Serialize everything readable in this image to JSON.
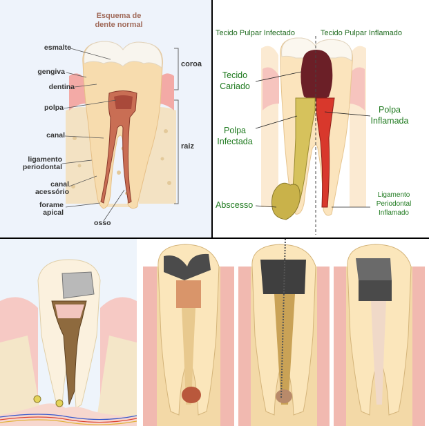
{
  "top_left": {
    "title_line1": "Esquema de",
    "title_line2": "dente normal",
    "labels": {
      "esmalte": "esmalte",
      "gengiva": "gengiva",
      "dentina": "dentina",
      "polpa": "polpa",
      "canal": "canal",
      "ligamento_line1": "ligamento",
      "ligamento_line2": "periodontal",
      "canal_acessorio_line1": "canal",
      "canal_acessorio_line2": "acessório",
      "forame_line1": "forame",
      "forame_line2": "apical",
      "osso": "osso",
      "coroa": "coroa",
      "raiz": "raiz"
    }
  },
  "top_right": {
    "header_left": "Tecido Pulpar Infectado",
    "header_right": "Tecido Pulpar Inflamado",
    "labels": {
      "tecido_line1": "Tecido",
      "tecido_line2": "Cariado",
      "polpa_inf_line1": "Polpa",
      "polpa_inf_line2": "Infectada",
      "polpa_infl_line1": "Polpa",
      "polpa_infl_line2": "Inflamada",
      "abscesso": "Abscesso",
      "lig_line1": "Ligamento",
      "lig_line2": "Periodontal",
      "lig_line3": "Inflamado"
    }
  },
  "colors": {
    "enamel": "#f6f1e6",
    "dentin": "#f7dfb6",
    "pulp": "#c9715a",
    "gum": "#f3b0ab",
    "bone": "#f4e4c4",
    "caries": "#6a1f25",
    "infected": "#d2c15a",
    "inflamed": "#d8342a",
    "label_green": "#1f7a1f"
  }
}
